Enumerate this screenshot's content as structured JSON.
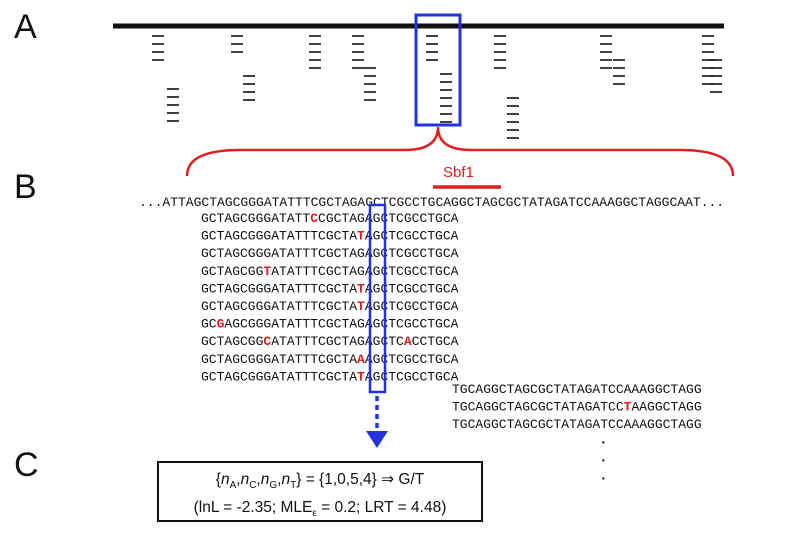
{
  "panels": {
    "a": "A",
    "b": "B",
    "c": "C"
  },
  "colors": {
    "mutation": "#e02020",
    "highlight_box": "#2233dd",
    "enzyme": "#e02020",
    "ink": "#111111"
  },
  "panel_a": {
    "read_stacks": [
      {
        "offsets": [
          0,
          1,
          2,
          3
        ]
      },
      {
        "offsets": [
          0,
          1,
          2,
          3,
          4
        ]
      },
      {
        "offsets": [
          0,
          1,
          2
        ]
      },
      {
        "offsets": [
          0,
          1,
          2,
          3
        ]
      },
      {
        "offsets": [
          0,
          1,
          2,
          3,
          4
        ]
      },
      {
        "offsets": [
          0,
          1,
          2,
          3,
          4
        ]
      },
      {
        "offsets": [
          0,
          1,
          2,
          3,
          4
        ]
      },
      {
        "offsets": [
          0,
          1,
          2,
          3
        ]
      },
      {
        "offsets": [
          0,
          1,
          2,
          3,
          4,
          5,
          6
        ]
      },
      {
        "offsets": [
          0,
          1,
          2,
          3,
          4
        ]
      },
      {
        "offsets": [
          0,
          1,
          2,
          3,
          4,
          5
        ]
      },
      {
        "offsets": [
          0,
          1,
          2,
          3,
          4
        ]
      },
      {
        "offsets": [
          0,
          1,
          2,
          3
        ]
      },
      {
        "offsets": [
          0,
          1,
          2,
          3,
          4,
          5,
          6
        ]
      },
      {
        "offsets": [
          0,
          1,
          2,
          3,
          4
        ]
      }
    ]
  },
  "panel_b": {
    "enzyme_label": "Sbf1",
    "reference": [
      {
        "t": "...ATTAGCTAGCGGGATATTTCGCTAGAGCTCGCCTGCAGGCTAGCGCTATAGATCCAAAGGCTAGGCAAT..."
      }
    ],
    "reads_left": [
      [
        {
          "t": "GCTAGCGGGATATT"
        },
        {
          "t": "C",
          "m": true
        },
        {
          "t": "CGCTAGAGCTCGCCTGCA"
        }
      ],
      [
        {
          "t": "GCTAGCGGGATATTTCGCTA"
        },
        {
          "t": "T",
          "m": true
        },
        {
          "t": "AGCTCGCCTGCA"
        }
      ],
      [
        {
          "t": "GCTAGCGGGATATTTCGCTAGAGCTCGCCTGCA"
        }
      ],
      [
        {
          "t": "GCTAGCGG"
        },
        {
          "t": "T",
          "m": true
        },
        {
          "t": "ATATTTCGCTAGAGCTCGCCTGCA"
        }
      ],
      [
        {
          "t": "GCTAGCGGGATATTTCGCTA"
        },
        {
          "t": "T",
          "m": true
        },
        {
          "t": "AGCTCGCCTGCA"
        }
      ],
      [
        {
          "t": "GCTAGCGGGATATTTCGCTA"
        },
        {
          "t": "T",
          "m": true
        },
        {
          "t": "AGCTCGCCTGCA"
        }
      ],
      [
        {
          "t": "GC"
        },
        {
          "t": "G",
          "m": true
        },
        {
          "t": "AGCGGGATATTTCGCTAGAGCTCGCCTGCA"
        }
      ],
      [
        {
          "t": "GCTAGCGG"
        },
        {
          "t": "C",
          "m": true
        },
        {
          "t": "ATATTTCGCTAGAGCTC"
        },
        {
          "t": "A",
          "m": true
        },
        {
          "t": "CCTGCA"
        }
      ],
      [
        {
          "t": "GCTAGCGGGATATTTCGCTA"
        },
        {
          "t": "A",
          "m": true
        },
        {
          "t": "AGCTCGCCTGCA"
        }
      ],
      [
        {
          "t": "GCTAGCGGGATATTTCGCTA"
        },
        {
          "t": "T",
          "m": true
        },
        {
          "t": "AGCTCGCCTGCA"
        }
      ]
    ],
    "reads_right": [
      [
        {
          "t": "TGCAGGCTAGCGCTATAGATCCAAAGGCTAGG"
        }
      ],
      [
        {
          "t": "TGCAGGCTAGCGCTATAGATCC"
        },
        {
          "t": "T",
          "m": true
        },
        {
          "t": "AAGGCTAGG"
        }
      ],
      [
        {
          "t": "TGCAGGCTAGCGCTATAGATCCAAAGGCTAGG"
        }
      ]
    ],
    "continuation": "·"
  },
  "panel_c": {
    "counts_lhs": "{nA,nC,nG,nT}",
    "counts_value": "= {1,0,5,4} ⇒ G/T",
    "stats": "(lnL = -2.35; MLEε = 0.2; LRT = 4.48)"
  }
}
